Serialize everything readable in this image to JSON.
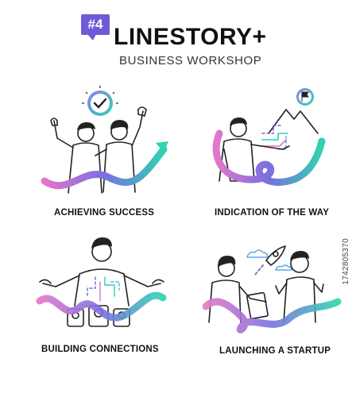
{
  "header": {
    "number_badge": "#4",
    "brand": "LINESTORY+",
    "subtitle": "BUSINESS WORKSHOP"
  },
  "panels": [
    {
      "caption": "ACHIEVING SUCCESS"
    },
    {
      "caption": "INDICATION OF THE WAY"
    },
    {
      "caption": "BUILDING CONNECTIONS"
    },
    {
      "caption": "LAUNCHING A STARTUP"
    }
  ],
  "stock_id": "1742805370",
  "colors": {
    "gradient_start": "#e277c8",
    "gradient_mid": "#7a6fe0",
    "gradient_end": "#2fd3b0",
    "badge": "#6f5bd8"
  }
}
